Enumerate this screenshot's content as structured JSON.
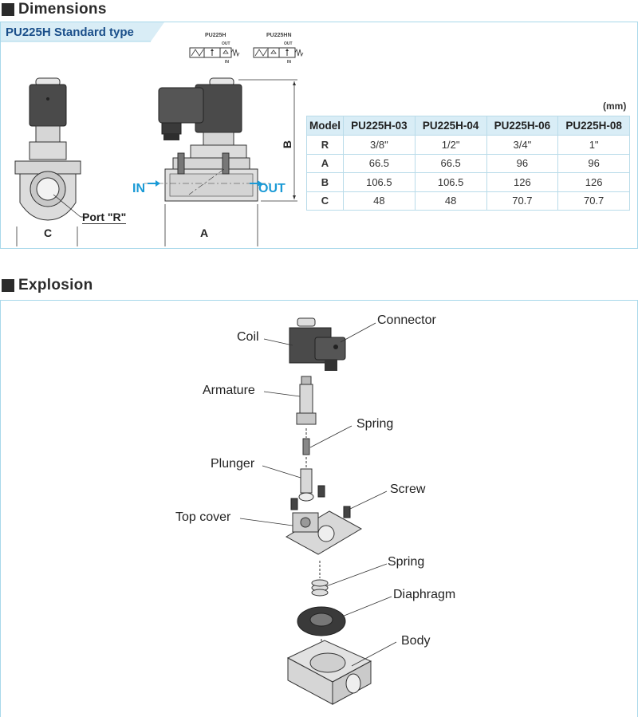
{
  "sections": {
    "dimensions_title": "Dimensions",
    "explosion_title": "Explosion"
  },
  "dimensions": {
    "tab_label": "PU225H Standard type",
    "symbols": [
      {
        "name": "PU225H",
        "out": "OUT",
        "in": "IN"
      },
      {
        "name": "PU225HN",
        "out": "OUT",
        "in": "IN"
      }
    ],
    "unit": "(mm)",
    "drawing_labels": {
      "port": "Port \"R\"",
      "c": "C",
      "a": "A",
      "b": "B",
      "in": "IN",
      "out": "OUT"
    },
    "table": {
      "headers": [
        "Model",
        "PU225H-03",
        "PU225H-04",
        "PU225H-06",
        "PU225H-08"
      ],
      "rows": [
        {
          "label": "R",
          "values": [
            "3/8\"",
            "1/2\"",
            "3/4\"",
            "1\""
          ]
        },
        {
          "label": "A",
          "values": [
            "66.5",
            "66.5",
            "96",
            "96"
          ]
        },
        {
          "label": "B",
          "values": [
            "106.5",
            "106.5",
            "126",
            "126"
          ]
        },
        {
          "label": "C",
          "values": [
            "48",
            "48",
            "70.7",
            "70.7"
          ]
        }
      ]
    }
  },
  "explosion": {
    "parts": {
      "coil": "Coil",
      "connector": "Connector",
      "armature": "Armature",
      "spring_top": "Spring",
      "plunger": "Plunger",
      "screw": "Screw",
      "top_cover": "Top cover",
      "spring_bottom": "Spring",
      "diaphragm": "Diaphragm",
      "body": "Body"
    }
  },
  "colors": {
    "accent": "#1a9ad6",
    "panel_border": "#a8d8ea",
    "tab_bg": "#d9edf6",
    "tab_text": "#1b4f8a",
    "coil_dark": "#4a4a4a",
    "metal": "#d6d6d6"
  }
}
